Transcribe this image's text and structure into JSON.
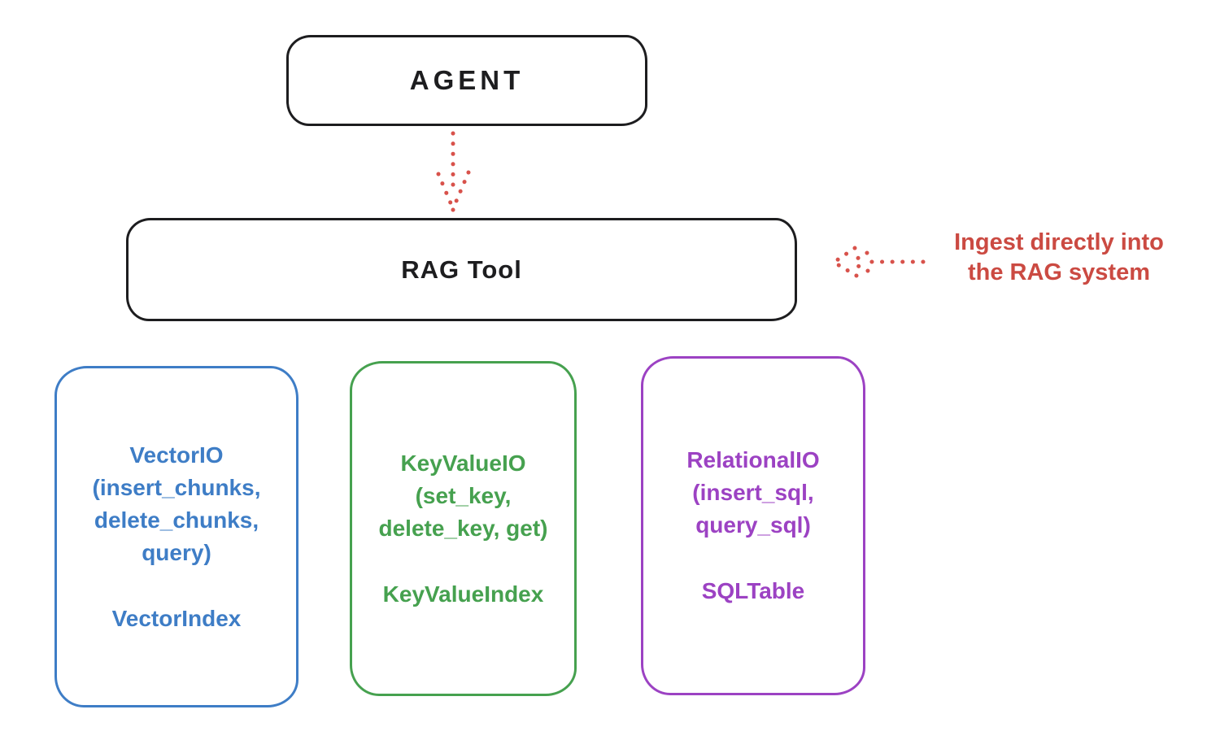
{
  "diagram": {
    "agent_box": {
      "label": "AGENT"
    },
    "rag_box": {
      "label": "RAG Tool"
    },
    "annotation": {
      "line1": "Ingest directly into",
      "line2": "the RAG system"
    },
    "io_boxes": [
      {
        "name": "vector-io",
        "color": "#3e7dc6",
        "lines": [
          "VectorIO",
          "(insert_chunks,",
          "delete_chunks,",
          "query)"
        ],
        "index_label": "VectorIndex"
      },
      {
        "name": "keyvalue-io",
        "color": "#46a14f",
        "lines": [
          "KeyValueIO",
          "(set_key,",
          "delete_key, get)"
        ],
        "index_label": "KeyValueIndex"
      },
      {
        "name": "relational-io",
        "color": "#9c42c3",
        "lines": [
          "RelationalIO",
          "(insert_sql,",
          "query_sql)"
        ],
        "index_label": "SQLTable"
      }
    ],
    "colors": {
      "stroke_black": "#1d1d1f",
      "annotation_red": "#cb4a42",
      "arrow_red": "#d8524b",
      "vector_blue": "#3e7dc6",
      "keyvalue_green": "#46a14f",
      "relational_purple": "#9c42c3",
      "background": "#ffffff"
    }
  }
}
